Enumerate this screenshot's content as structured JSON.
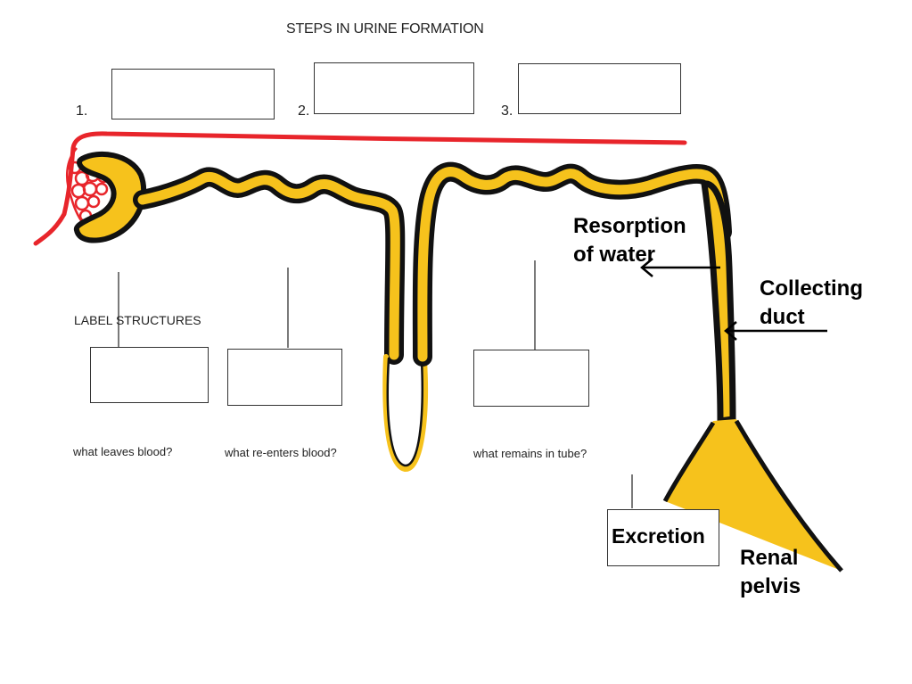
{
  "title": "STEPS IN URINE FORMATION",
  "steps": [
    {
      "number": "1."
    },
    {
      "number": "2."
    },
    {
      "number": "3."
    }
  ],
  "label_heading": "LABEL STRUCTURES",
  "questions": {
    "leaves": "what leaves blood?",
    "reenters": "what re-enters blood?",
    "remains": "what remains in tube?"
  },
  "annotations": {
    "resorption_line1": "Resorption",
    "resorption_line2": "of water",
    "collecting_line1": "Collecting",
    "collecting_line2": "duct",
    "excretion": "Excretion",
    "renal_line1": "Renal",
    "renal_line2": "pelvis"
  },
  "colors": {
    "tubule_fill": "#f6c21c",
    "tubule_outline": "#111111",
    "blood_vessel": "#e8252b"
  }
}
